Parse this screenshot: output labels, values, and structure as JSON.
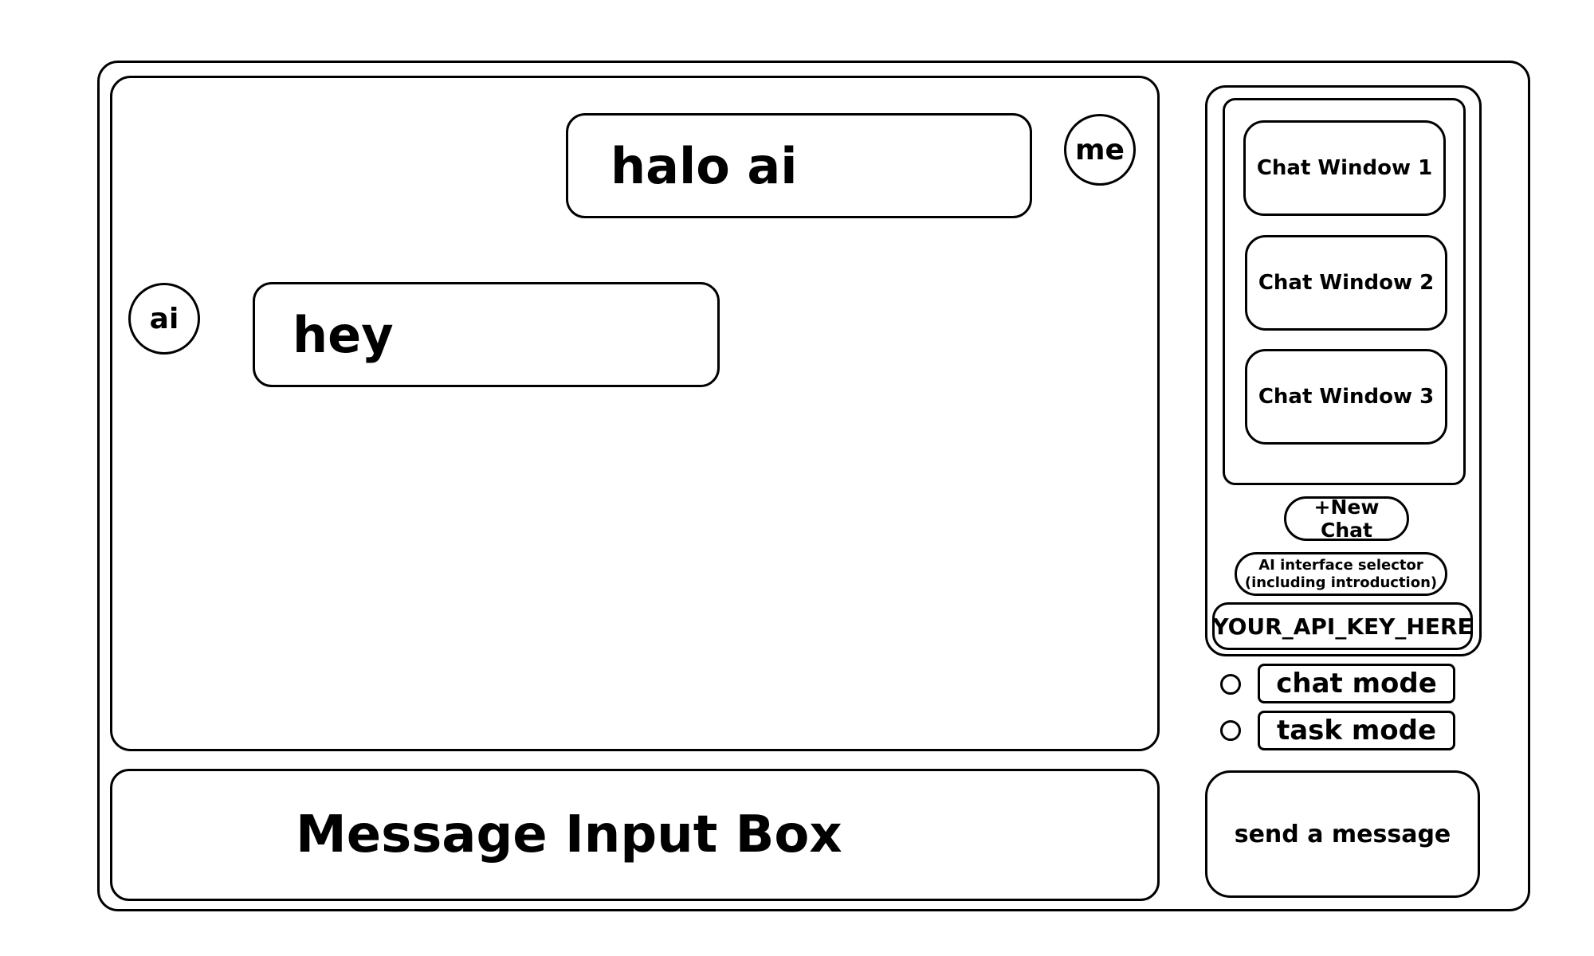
{
  "chat": {
    "messages": [
      {
        "sender": "me",
        "text": "halo ai"
      },
      {
        "sender": "ai",
        "text": "hey"
      }
    ]
  },
  "input": {
    "label": "Message Input Box"
  },
  "sidebar": {
    "chat_windows": [
      "Chat Window 1",
      "Chat Window 2",
      "Chat Window 3"
    ],
    "new_chat_label": "+New Chat",
    "ai_selector_line1": "AI interface selector",
    "ai_selector_line2": "(including introduction)",
    "api_key_value": "YOUR_API_KEY_HERE"
  },
  "modes": {
    "chat_mode": "chat mode",
    "task_mode": "task mode"
  },
  "send": {
    "label": "send a message"
  }
}
